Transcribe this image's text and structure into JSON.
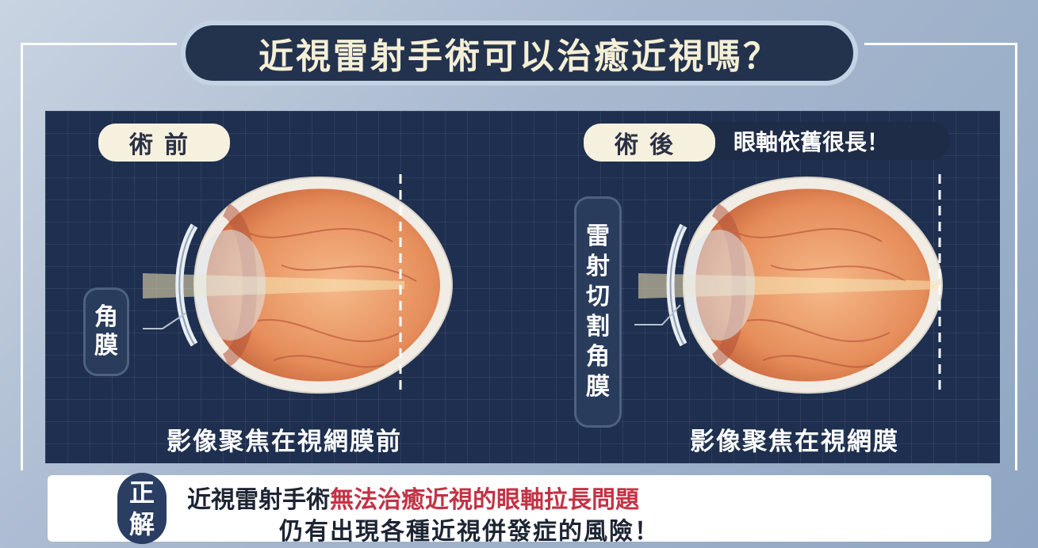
{
  "title": "近視雷射手術可以治癒近視嗎？",
  "before": {
    "label": "術前",
    "cornea_label": [
      "角",
      "膜"
    ],
    "caption": "影像聚焦在視網膜前"
  },
  "after": {
    "label": "術後",
    "note": "眼軸依舊很長！",
    "laser_label": [
      "雷",
      "射",
      "切",
      "割",
      "角",
      "膜"
    ],
    "caption": "影像聚焦在視網膜"
  },
  "answer": {
    "badge": [
      "正",
      "解"
    ],
    "line1_prefix": "近視雷射手術",
    "line1_highlight": "無法治癒近視的眼軸拉長問題",
    "line2": "仍有出現各種近視併發症的風險！"
  },
  "colors": {
    "title_bg": "#23324d",
    "title_text": "#f4efd6",
    "panel_bg": "#1e2f4f",
    "highlight": "#c23345",
    "eye_orange": "#e8935e"
  }
}
